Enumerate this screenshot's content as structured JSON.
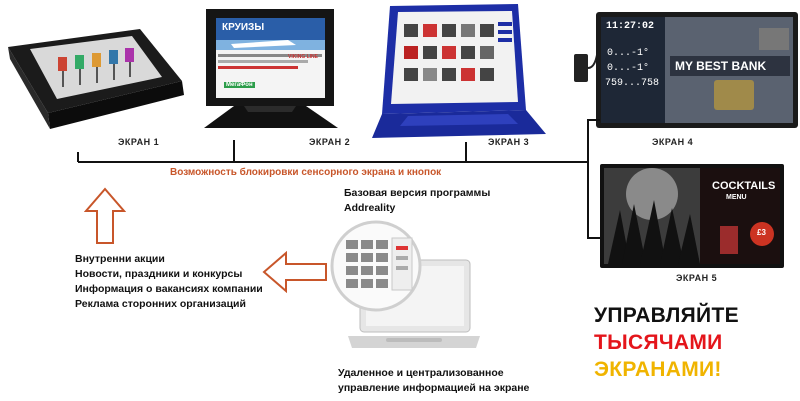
{
  "screens": [
    {
      "label": "ЭКРАН 1"
    },
    {
      "label": "ЭКРАН 2"
    },
    {
      "label": "ЭКРАН 3"
    },
    {
      "label": "ЭКРАН 4"
    },
    {
      "label": "ЭКРАН 5"
    }
  ],
  "lock_caption": "Возможность блокировки сенсорного экрана и  кнопок",
  "base_version": {
    "line1": "Базовая версия программы",
    "line2": "Addreality"
  },
  "bullets": [
    "Внутренни акции",
    "Новости, праздники и конкурсы",
    "Информация о вакансиях компании",
    "Реклама сторонних организаций"
  ],
  "remote": {
    "line1": "Удаленное и централизованное",
    "line2": "управление информацией на экране"
  },
  "promo": {
    "line1": "УПРАВЛЯЙТЕ",
    "line2": "ТЫСЯЧАМИ",
    "line3": "ЭКРАНАМИ!"
  },
  "screen2": {
    "title": "КРУИЗЫ",
    "badge": "МегаФон",
    "brand": "VIKING LINE"
  },
  "screen4": {
    "time": "11:27:02",
    "banner": "MY BEST BANK",
    "rates": [
      "0...-1°",
      "0...-1°",
      "759...758"
    ]
  },
  "screen5": {
    "title": "COCKTAILS",
    "sub": "MENU",
    "price": "£3"
  },
  "colors": {
    "accent_orange": "#c8562a",
    "promo_black": "#111111",
    "promo_red": "#e4151b",
    "promo_yellow": "#f0b400"
  }
}
